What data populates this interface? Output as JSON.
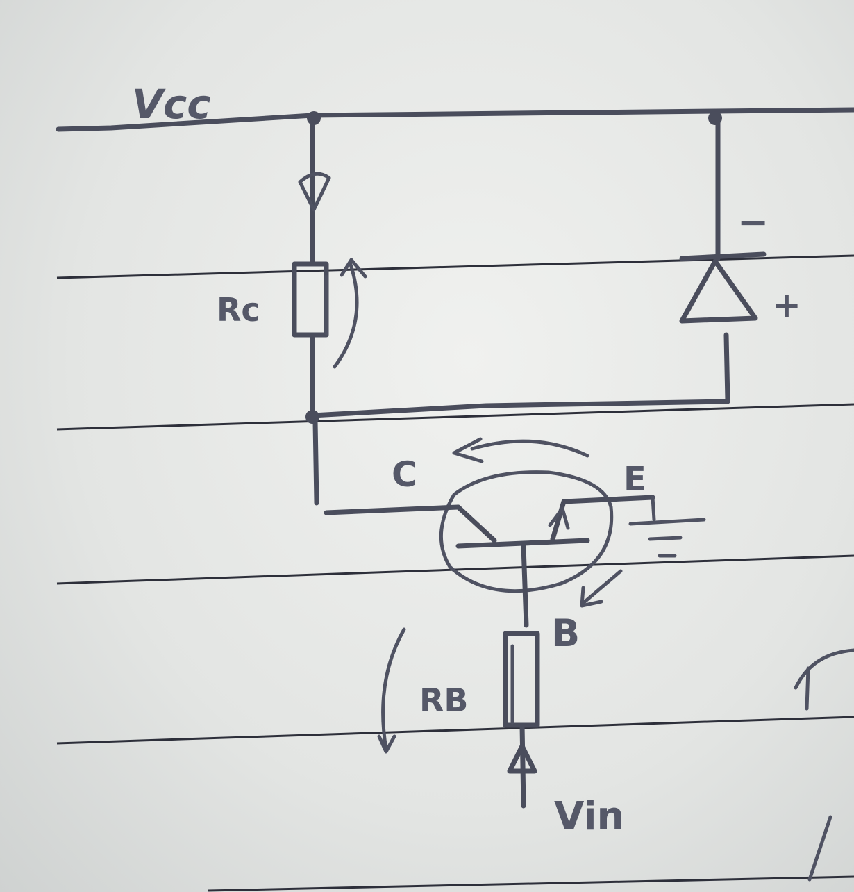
{
  "labels": {
    "vcc": "Vcc",
    "rc": "Rc",
    "rb": "RB",
    "collector": "C",
    "emitter": "E",
    "base": "B",
    "vin": "Vin",
    "diode_minus": "−",
    "diode_plus": "+"
  },
  "colors": {
    "ink": "#4a4d5c",
    "ruled_line": "#2d2f3a",
    "paper": "#e8eae8"
  }
}
